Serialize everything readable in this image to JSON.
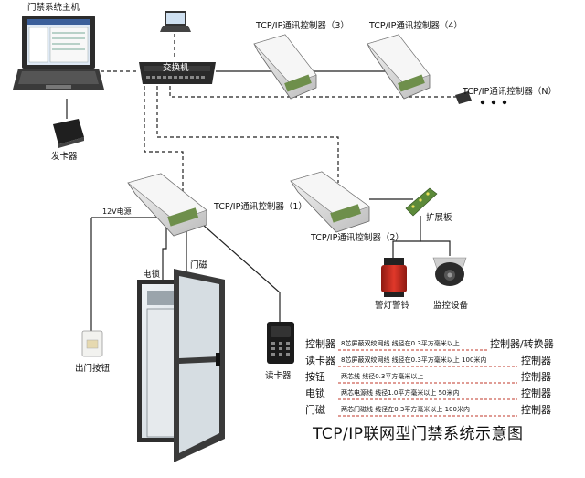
{
  "labels": {
    "host": "门禁系统主机",
    "switch": "交换机",
    "card_issuer": "发卡器",
    "ctrl3": "TCP/IP通讯控制器（3）",
    "ctrl4": "TCP/IP通讯控制器（4）",
    "ctrlN": "TCP/IP通讯控制器（N）",
    "ctrl1": "TCP/IP通讯控制器（1）",
    "ctrl2": "TCP/IP通讯控制器（2）",
    "power": "12V电源",
    "expansion": "扩展板",
    "lock": "电锁",
    "magnet": "门磁",
    "exit_button": "出门按钮",
    "card_reader": "读卡器",
    "alarm": "警灯警铃",
    "camera": "监控设备"
  },
  "legend": [
    {
      "left": "控制器",
      "middle": "8芯屏蔽双绞网线  线径在0.3平方毫米以上",
      "right": "控制器/转换器"
    },
    {
      "left": "读卡器",
      "middle": "8芯屏蔽双绞网线  线径在0.3平方毫米以上    100米内",
      "right": "控制器"
    },
    {
      "left": "按钮",
      "middle": "两芯线  线径0.3平方毫米以上",
      "right": "控制器"
    },
    {
      "left": "电锁",
      "middle": "两芯电源线  线径1.0平方毫米以上  50米内",
      "right": "控制器"
    },
    {
      "left": "门磁",
      "middle": "两芯门磁线  线径在0.3平方毫米以上  100米内",
      "right": "控制器"
    }
  ],
  "title": "TCP/IP联网型门禁系统示意图",
  "colors": {
    "legend_dash": "#c0392b",
    "box_body": "#e8e8e8",
    "board_green": "#5c8a3a",
    "alarm_red": "#d42a1e",
    "door_frame": "#3a3a3a",
    "glass": "#dfe5ea"
  }
}
